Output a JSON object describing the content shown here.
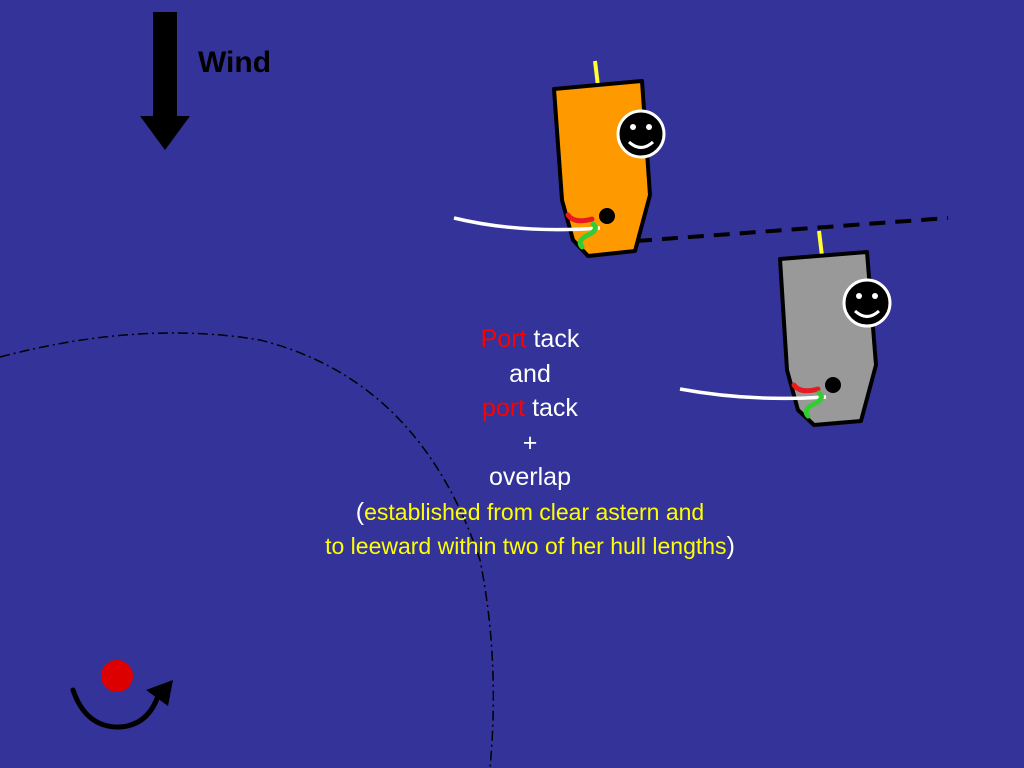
{
  "wind": {
    "label": "Wind",
    "direction": "down"
  },
  "caption": {
    "line1_highlight": "Port",
    "line1_rest": " tack",
    "line2": "and",
    "line3_highlight": "port",
    "line3_rest": " tack",
    "line4": "+",
    "line5": "overlap",
    "line6_open": "(",
    "line6_text": "established from clear astern and",
    "line7_text": "to leeward within two of her hull lengths",
    "line7_close": ")"
  },
  "boats": [
    {
      "id": "windward",
      "hull_color": "#ff9900",
      "face": "smiling"
    },
    {
      "id": "leeward",
      "hull_color": "#999999",
      "face": "smiling"
    }
  ],
  "colors": {
    "water": "#333399",
    "highlight_red": "#ff0000",
    "highlight_yellow": "#ffff00",
    "text_white": "#ffffff",
    "burgee": "#ffff33",
    "tiller_red": "#e8191f",
    "tiller_green": "#33cc33",
    "mark": "#dd0000"
  },
  "icons": {
    "wind_arrow": "arrow-down-icon",
    "face": "smiley-face-icon",
    "rounding": "curved-arrow-icon",
    "mark": "mark-buoy-icon"
  }
}
